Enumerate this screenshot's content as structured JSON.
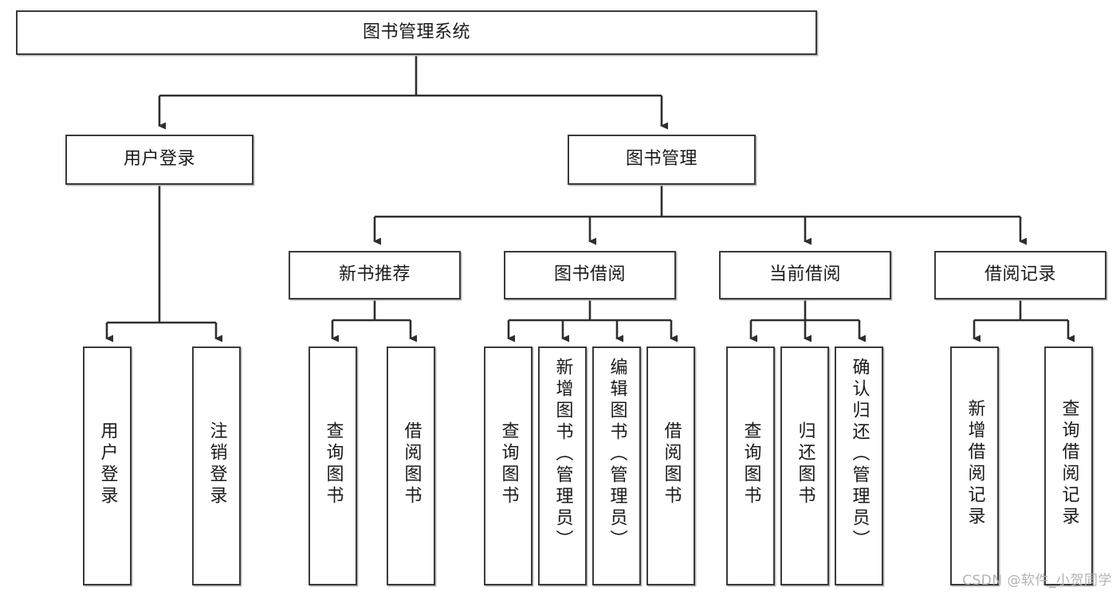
{
  "diagram": {
    "title": "图书管理系统",
    "type": "hierarchy-tree",
    "root": {
      "id": "root",
      "label": "图书管理系统",
      "orientation": "horizontal"
    },
    "level2": [
      {
        "id": "user-login",
        "label": "用户登录",
        "orientation": "horizontal"
      },
      {
        "id": "book-manage",
        "label": "图书管理",
        "orientation": "horizontal"
      }
    ],
    "level3": [
      {
        "id": "new-book-recommend",
        "label": "新书推荐",
        "orientation": "horizontal",
        "parent": "book-manage"
      },
      {
        "id": "book-borrow",
        "label": "图书借阅",
        "orientation": "horizontal",
        "parent": "book-manage"
      },
      {
        "id": "current-borrow",
        "label": "当前借阅",
        "orientation": "horizontal",
        "parent": "book-manage"
      },
      {
        "id": "borrow-record",
        "label": "借阅记录",
        "orientation": "horizontal",
        "parent": "book-manage"
      }
    ],
    "leaves": [
      {
        "id": "leaf-user-login",
        "label": "用户登录",
        "orientation": "vertical",
        "parent": "user-login"
      },
      {
        "id": "leaf-logout-login",
        "label": "注销登录",
        "orientation": "vertical",
        "parent": "user-login"
      },
      {
        "id": "leaf-query-book-1",
        "label": "查询图书",
        "orientation": "vertical",
        "parent": "new-book-recommend"
      },
      {
        "id": "leaf-borrow-book-1",
        "label": "借阅图书",
        "orientation": "vertical",
        "parent": "new-book-recommend"
      },
      {
        "id": "leaf-query-book-2",
        "label": "查询图书",
        "orientation": "vertical",
        "parent": "book-borrow"
      },
      {
        "id": "leaf-add-book",
        "label": "新增图书（管理员）",
        "orientation": "vertical",
        "parent": "book-borrow"
      },
      {
        "id": "leaf-edit-book",
        "label": "编辑图书（管理员）",
        "orientation": "vertical",
        "parent": "book-borrow"
      },
      {
        "id": "leaf-borrow-book-2",
        "label": "借阅图书",
        "orientation": "vertical",
        "parent": "book-borrow"
      },
      {
        "id": "leaf-query-book-3",
        "label": "查询图书",
        "orientation": "vertical",
        "parent": "current-borrow"
      },
      {
        "id": "leaf-return-book",
        "label": "归还图书",
        "orientation": "vertical",
        "parent": "current-borrow"
      },
      {
        "id": "leaf-confirm-return",
        "label": "确认归还（管理员）",
        "orientation": "vertical",
        "parent": "current-borrow"
      },
      {
        "id": "leaf-add-record",
        "label": "新增借阅记录",
        "orientation": "vertical",
        "parent": "borrow-record"
      },
      {
        "id": "leaf-query-record",
        "label": "查询借阅记录",
        "orientation": "vertical",
        "parent": "borrow-record"
      }
    ],
    "colors": {
      "border": "#3a3a3a",
      "line": "#2e2e2e",
      "text": "#1a1a1a",
      "background": "#ffffff",
      "watermark": "#b2b2b2"
    }
  },
  "watermark": {
    "text": "CSDN @软件_小贺同学"
  }
}
